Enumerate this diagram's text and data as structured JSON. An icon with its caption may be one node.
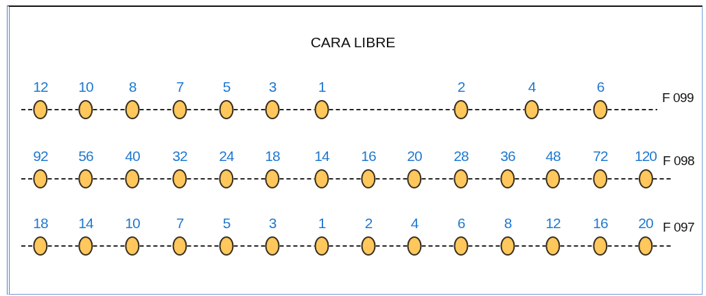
{
  "diagram": {
    "title": "CARA LIBRE",
    "nodes": [
      {
        "text": [
          "12"
        ]
      },
      {
        "text": [
          "10"
        ]
      },
      {
        "text": [
          "8"
        ]
      },
      {
        "text": [
          "7"
        ]
      },
      {
        "text": [
          "5"
        ]
      },
      {
        "text": [
          "3"
        ]
      },
      {
        "text": [
          "1"
        ]
      },
      {
        "text": [
          "2"
        ]
      },
      {
        "text": [
          "4"
        ]
      },
      {
        "text": [
          "6"
        ]
      },
      {
        "text": [
          "92"
        ]
      },
      {
        "text": [
          "56"
        ]
      },
      {
        "text": [
          "40"
        ]
      },
      {
        "text": [
          "32"
        ]
      },
      {
        "text": [
          "24"
        ]
      },
      {
        "text": [
          "18"
        ]
      },
      {
        "text": [
          "14"
        ]
      },
      {
        "text": [
          "16"
        ]
      },
      {
        "text": [
          "20"
        ]
      },
      {
        "text": [
          "28"
        ]
      },
      {
        "text": [
          "36"
        ]
      },
      {
        "text": [
          "48"
        ]
      },
      {
        "text": [
          "72"
        ]
      },
      {
        "text": [
          "120"
        ]
      },
      {
        "text": [
          "18"
        ]
      },
      {
        "text": [
          "14"
        ]
      },
      {
        "text": [
          "10"
        ]
      },
      {
        "text": [
          "7"
        ]
      },
      {
        "text": [
          "5"
        ]
      },
      {
        "text": [
          "3"
        ]
      },
      {
        "text": [
          "1"
        ]
      },
      {
        "text": [
          "2"
        ]
      },
      {
        "text": [
          "4"
        ]
      },
      {
        "text": [
          "6"
        ]
      },
      {
        "text": [
          "8"
        ]
      },
      {
        "text": [
          "12"
        ]
      },
      {
        "text": [
          "16"
        ]
      },
      {
        "text": [
          "20"
        ]
      }
    ],
    "edges": [
      {
        "from": null,
        "to": 0,
        "arrow": "none",
        "style": "dashed"
      },
      {
        "from": 0,
        "to": 1,
        "arrow": "none",
        "style": "dashed"
      },
      {
        "from": 1,
        "to": 2,
        "arrow": "none",
        "style": "dashed"
      },
      {
        "from": 2,
        "to": 3,
        "arrow": "none",
        "style": "dashed"
      },
      {
        "from": 3,
        "to": 4,
        "arrow": "none",
        "style": "dashed"
      },
      {
        "from": 4,
        "to": 5,
        "arrow": "none",
        "style": "dashed"
      },
      {
        "from": 5,
        "to": 6,
        "arrow": "none",
        "style": "dashed"
      },
      {
        "from": 6,
        "to": 7,
        "arrow": "none",
        "style": "dashed"
      },
      {
        "from": 7,
        "to": 8,
        "arrow": "none",
        "style": "dashed"
      },
      {
        "from": 8,
        "to": 9,
        "arrow": "none",
        "style": "dashed"
      },
      {
        "from": 9,
        "to": null,
        "arrow": "none",
        "style": "dashed"
      },
      {
        "from": null,
        "to": 10,
        "arrow": "none",
        "style": "dashed"
      },
      {
        "from": 10,
        "to": 11,
        "arrow": "none",
        "style": "dashed"
      },
      {
        "from": 11,
        "to": 12,
        "arrow": "none",
        "style": "dashed"
      },
      {
        "from": 12,
        "to": 13,
        "arrow": "none",
        "style": "dashed"
      },
      {
        "from": 13,
        "to": 14,
        "arrow": "none",
        "style": "dashed"
      },
      {
        "from": 14,
        "to": 15,
        "arrow": "none",
        "style": "dashed"
      },
      {
        "from": 15,
        "to": 16,
        "arrow": "none",
        "style": "dashed"
      },
      {
        "from": 16,
        "to": 17,
        "arrow": "none",
        "style": "dashed"
      },
      {
        "from": 17,
        "to": 18,
        "arrow": "none",
        "style": "dashed"
      },
      {
        "from": 18,
        "to": 19,
        "arrow": "none",
        "style": "dashed"
      },
      {
        "from": 19,
        "to": 20,
        "arrow": "none",
        "style": "dashed"
      },
      {
        "from": 20,
        "to": 21,
        "arrow": "none",
        "style": "dashed"
      },
      {
        "from": 21,
        "to": 22,
        "arrow": "none",
        "style": "dashed"
      },
      {
        "from": 22,
        "to": 23,
        "arrow": "none",
        "style": "dashed"
      },
      {
        "from": 23,
        "to": null,
        "arrow": "none",
        "style": "dashed"
      },
      {
        "from": null,
        "to": 24,
        "arrow": "none",
        "style": "dashed"
      },
      {
        "from": 24,
        "to": 25,
        "arrow": "none",
        "style": "dashed"
      },
      {
        "from": 25,
        "to": 26,
        "arrow": "none",
        "style": "dashed"
      },
      {
        "from": 26,
        "to": 27,
        "arrow": "none",
        "style": "dashed"
      },
      {
        "from": 27,
        "to": 28,
        "arrow": "none",
        "style": "dashed"
      },
      {
        "from": 28,
        "to": 29,
        "arrow": "none",
        "style": "dashed"
      },
      {
        "from": 29,
        "to": 30,
        "arrow": "none",
        "style": "dashed"
      },
      {
        "from": 30,
        "to": 31,
        "arrow": "none",
        "style": "dashed"
      },
      {
        "from": 31,
        "to": 32,
        "arrow": "none",
        "style": "dashed"
      },
      {
        "from": 32,
        "to": 33,
        "arrow": "none",
        "style": "dashed"
      },
      {
        "from": 33,
        "to": 34,
        "arrow": "none",
        "style": "dashed"
      },
      {
        "from": 34,
        "to": 35,
        "arrow": "none",
        "style": "dashed"
      },
      {
        "from": 35,
        "to": 36,
        "arrow": "none",
        "style": "dashed"
      },
      {
        "from": 36,
        "to": 37,
        "arrow": "none",
        "style": "dashed"
      },
      {
        "from": 37,
        "to": null,
        "arrow": "none",
        "style": "dashed"
      }
    ],
    "labels": [
      "F 099",
      "F 098",
      "F 097"
    ]
  }
}
